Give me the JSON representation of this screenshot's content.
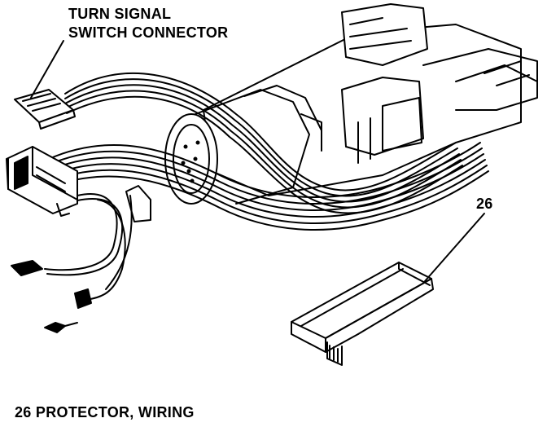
{
  "diagram": {
    "callouts": {
      "connector_line1": "TURN SIGNAL",
      "connector_line2": "SWITCH CONNECTOR",
      "protector_number": "26"
    },
    "legend": "26 PROTECTOR, WIRING"
  },
  "colors": {
    "ink": "#000000",
    "paper": "#ffffff"
  }
}
